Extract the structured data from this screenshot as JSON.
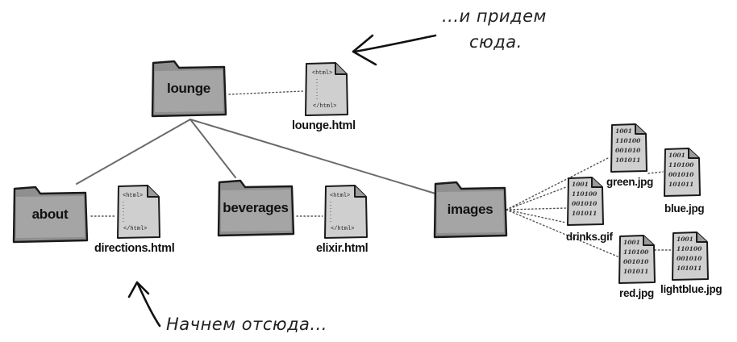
{
  "folders": {
    "lounge": "lounge",
    "about": "about",
    "beverages": "beverages",
    "images": "images"
  },
  "html_file": {
    "open_tag": "<html>",
    "close_tag": "</html>"
  },
  "binary_file": {
    "lines": [
      "1001",
      "110100",
      "001010",
      "101011"
    ]
  },
  "files": {
    "lounge_html": "lounge.html",
    "directions_html": "directions.html",
    "elixir_html": "elixir.html",
    "green_jpg": "green.jpg",
    "blue_jpg": "blue.jpg",
    "drinks_gif": "drinks.gif",
    "red_jpg": "red.jpg",
    "lightblue_jpg": "lightblue.jpg"
  },
  "annotations": {
    "end_line1": "...и придем",
    "end_line2": "сюда.",
    "start": "Начнем отсюда..."
  }
}
